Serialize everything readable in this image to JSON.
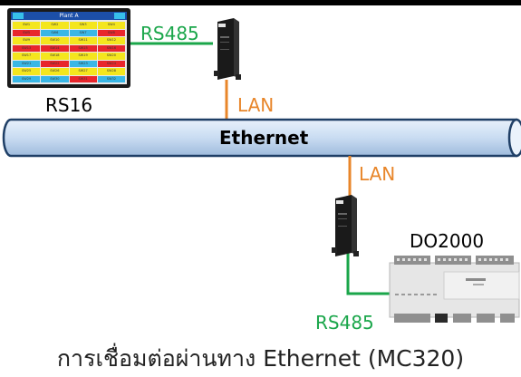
{
  "diagram": {
    "panel": {
      "label": "RS16",
      "screen_title": "Plant A",
      "cells": [
        [
          "SW1",
          "SW2",
          "SW3",
          "SW4"
        ],
        [
          "SW5",
          "SW6",
          "SW7",
          "SW8"
        ],
        [
          "SW9",
          "SW10",
          "SW11",
          "SW12"
        ],
        [
          "SW13",
          "SW14",
          "SW15",
          "SW16"
        ],
        [
          "SW17",
          "SW18",
          "SW19",
          "SW20"
        ],
        [
          "SW21",
          "SW22",
          "SW23",
          "SW24"
        ],
        [
          "SW25",
          "SW26",
          "SW27",
          "SW28"
        ],
        [
          "SW29",
          "SW30",
          "SW31",
          "SW32"
        ]
      ]
    },
    "links": {
      "top_serial": "RS485",
      "top_lan": "LAN",
      "bottom_lan": "LAN",
      "bottom_serial": "RS485"
    },
    "bus": {
      "label": "Ethernet"
    },
    "module": {
      "label": "DO2000"
    },
    "caption": "การเชื่อมต่อผ่านทาง Ethernet (MC320)",
    "colors": {
      "serial_line": "#1aa64a",
      "lan_line": "#e8862a",
      "bus_fill": "#cfe0f3",
      "bus_stroke": "#1f3f66"
    }
  }
}
